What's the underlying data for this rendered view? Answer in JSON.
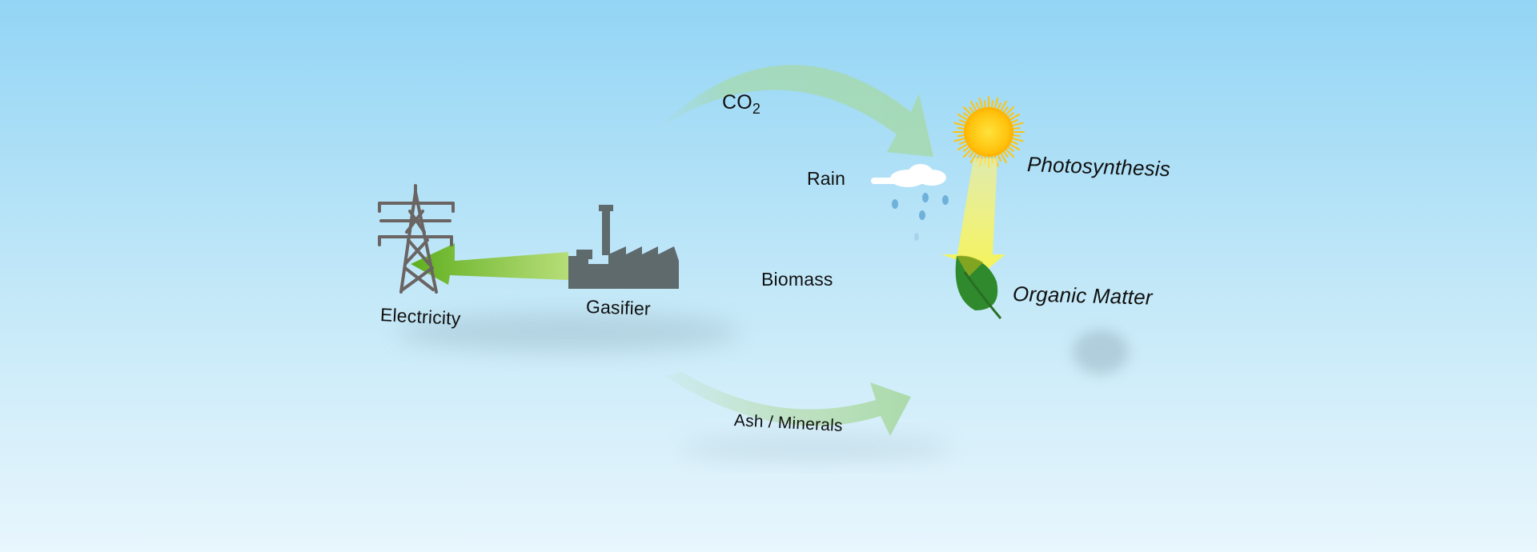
{
  "diagram": {
    "labels": {
      "co2": {
        "main": "CO",
        "subscript": "2"
      },
      "rain": "Rain",
      "photosynthesis": "Photosynthesis",
      "biomass": "Biomass",
      "organic_matter": "Organic Matter",
      "electricity": "Electricity",
      "gasifier": "Gasifier",
      "ash_minerals": "Ash / Minerals"
    },
    "icons": [
      "power-pylon-icon",
      "gasifier-factory-icon",
      "sun-icon",
      "cloud-icon",
      "rain-drops-icon",
      "leaf-icon"
    ],
    "colors": {
      "sky_top": "#93d5f5",
      "sky_bottom": "#e8f6fd",
      "cycle_arrow": "#a5d9b0",
      "energy_arrow": "#6fb32c",
      "sun": "#ffd21e",
      "leaf": "#2f8a2d",
      "factory": "#5f6a6d"
    }
  }
}
